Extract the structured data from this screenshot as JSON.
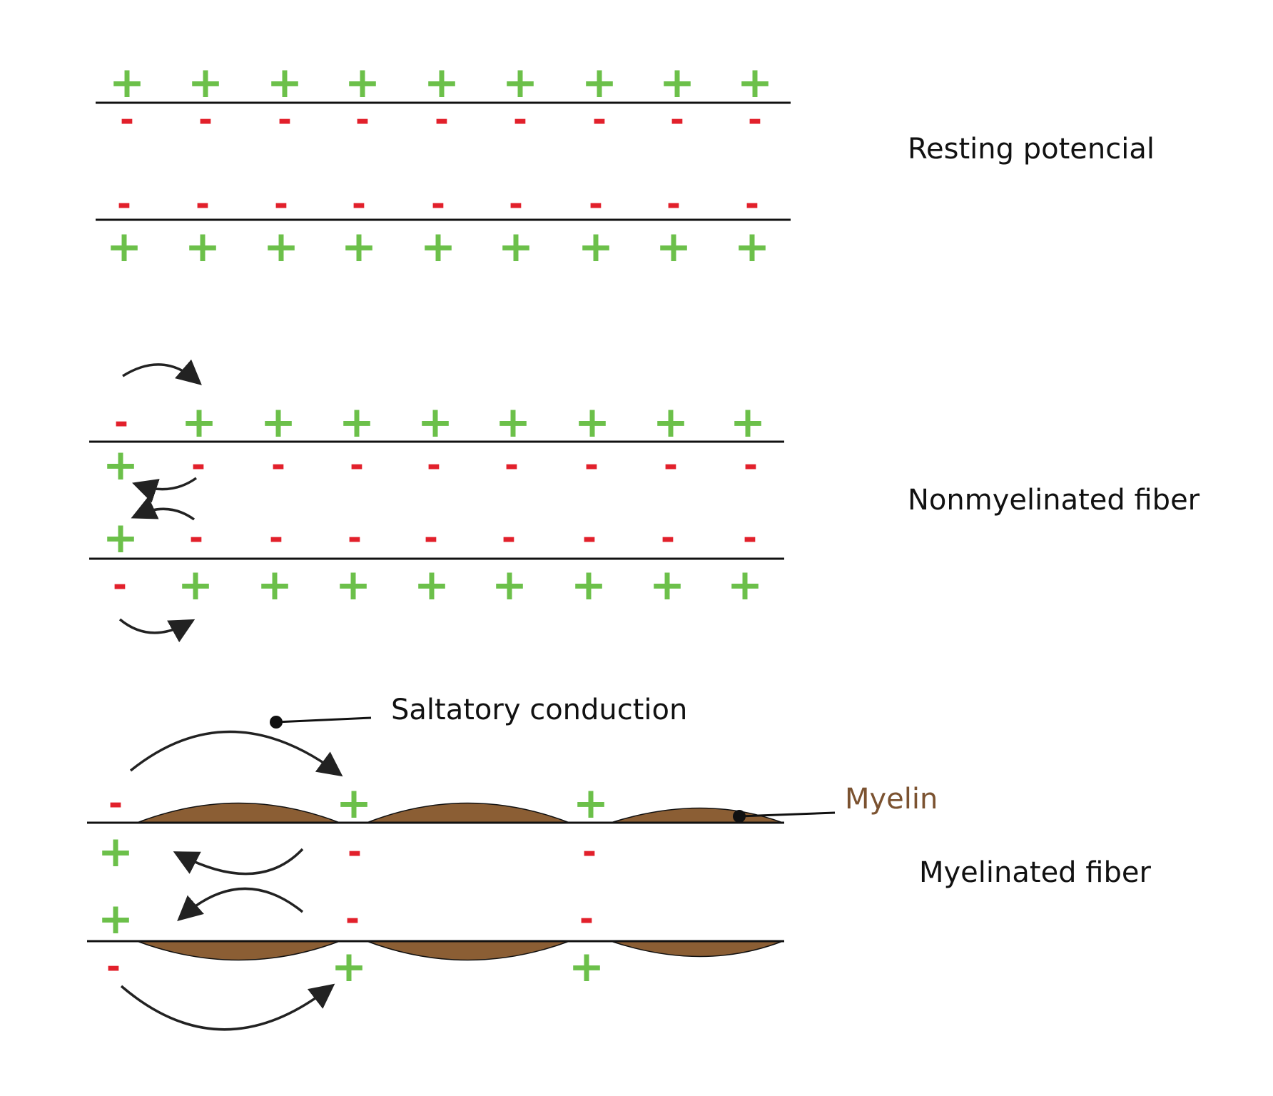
{
  "colors": {
    "plus": "#6cc04a",
    "minus": "#e2202b",
    "line": "#111111",
    "myelin": "#8b5e34",
    "arrow": "#222222",
    "myelin_label": "#7b5230"
  },
  "symbols": {
    "plus": "+",
    "minus": "-"
  },
  "labels": {
    "resting": "Resting potencial",
    "nonmyelinated": "Nonmyelinated fiber",
    "saltatory": "Saltatory conduction",
    "myelin": "Myelin",
    "myelinated": "Myelinated fiber"
  },
  "panels": {
    "resting": {
      "rows": [
        [
          "+",
          "+",
          "+",
          "+",
          "+",
          "+",
          "+",
          "+",
          "+"
        ],
        [
          "-",
          "-",
          "-",
          "-",
          "-",
          "-",
          "-",
          "-",
          "-"
        ],
        [
          "-",
          "-",
          "-",
          "-",
          "-",
          "-",
          "-",
          "-",
          "-"
        ],
        [
          "+",
          "+",
          "+",
          "+",
          "+",
          "+",
          "+",
          "+",
          "+"
        ]
      ]
    },
    "nonmyelinated": {
      "rows": [
        [
          "-",
          "+",
          "+",
          "+",
          "+",
          "+",
          "+",
          "+",
          "+"
        ],
        [
          "+",
          "-",
          "-",
          "-",
          "-",
          "-",
          "-",
          "-",
          "-"
        ],
        [
          "+",
          "-",
          "-",
          "-",
          "-",
          "-",
          "-",
          "-",
          "-"
        ],
        [
          "-",
          "+",
          "+",
          "+",
          "+",
          "+",
          "+",
          "+",
          "+"
        ]
      ]
    },
    "myelinated": {
      "rows": [
        [
          "-",
          "+",
          "+"
        ],
        [
          "+",
          "-",
          "-"
        ],
        [
          "+",
          "-",
          "-"
        ],
        [
          "-",
          "+",
          "+"
        ]
      ],
      "myelin_segments_per_membrane": 3
    }
  }
}
